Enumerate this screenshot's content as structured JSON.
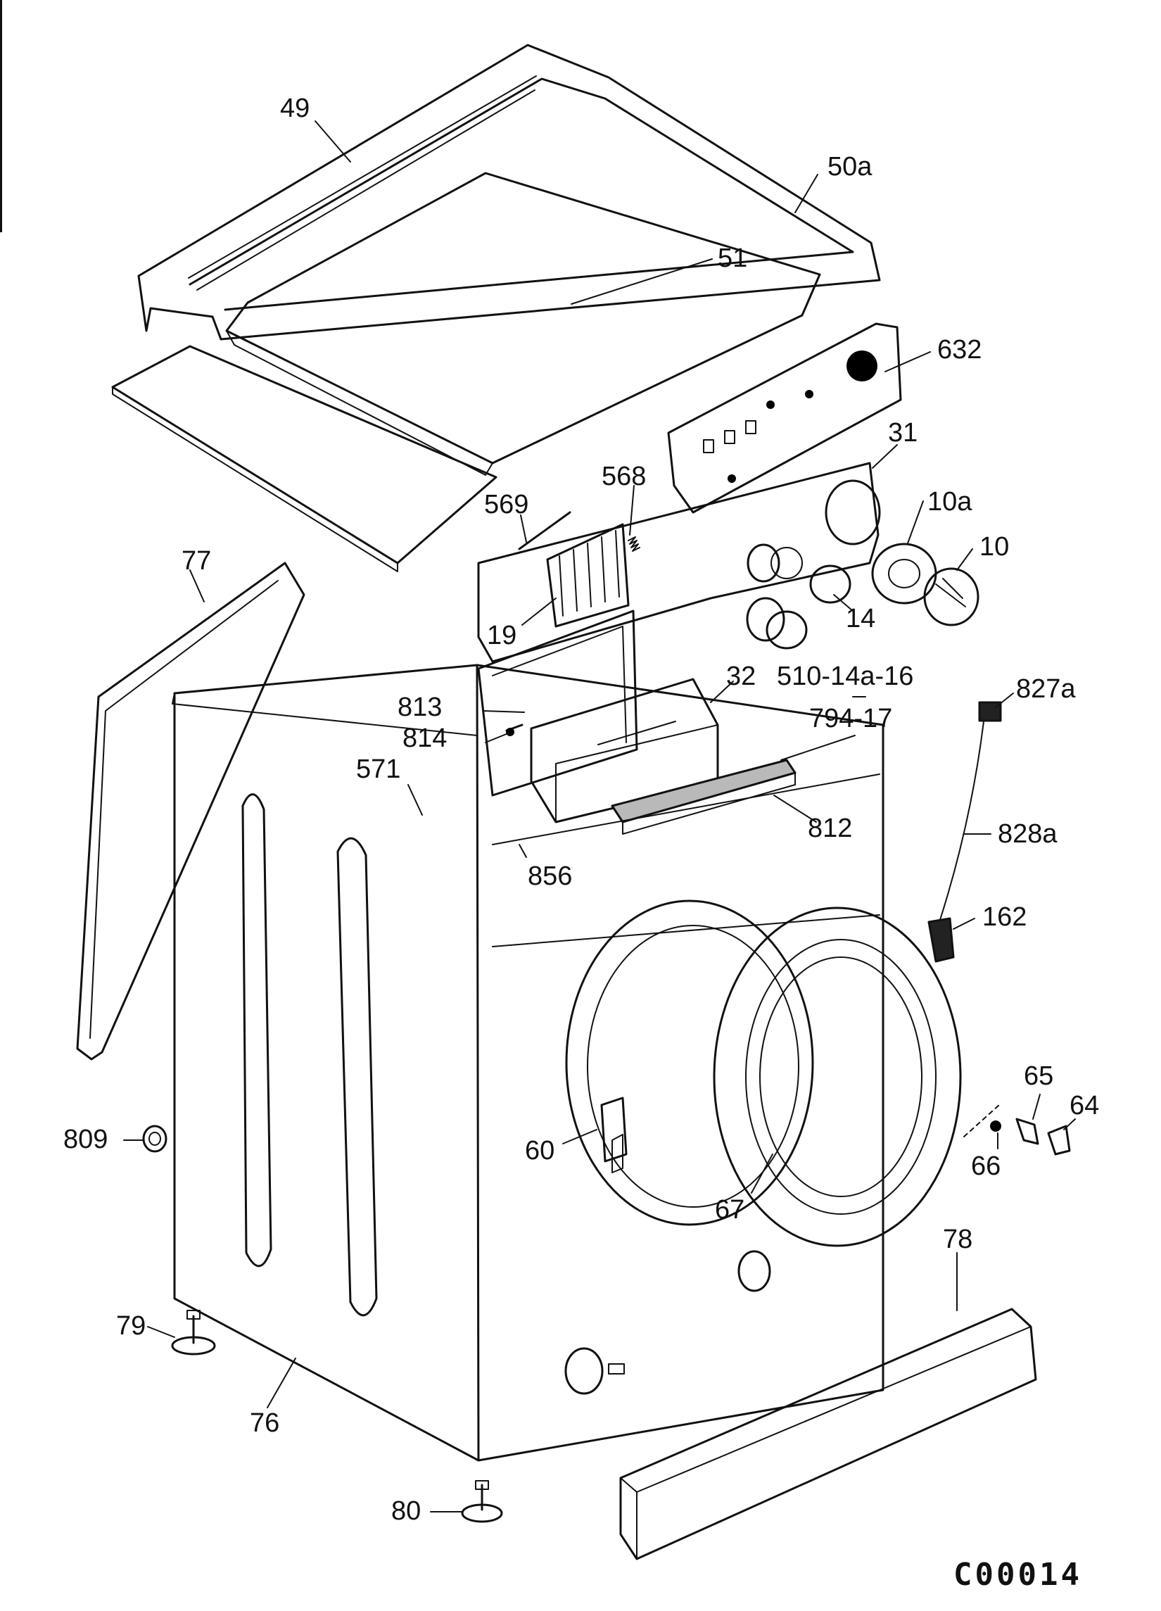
{
  "callouts": {
    "c49": "49",
    "c50a": "50a",
    "c51": "51",
    "c632": "632",
    "c31": "31",
    "c10a": "10a",
    "c10": "10",
    "c568": "568",
    "c569": "569",
    "c77": "77",
    "c19": "19",
    "c14": "14",
    "c32": "32",
    "c510": "510-14a-16",
    "c813": "813",
    "c814": "814",
    "c794": "794-17",
    "c827a": "827a",
    "c571": "571",
    "c812": "812",
    "c828a": "828a",
    "c856": "856",
    "c162": "162",
    "c65": "65",
    "c64": "64",
    "c809": "809",
    "c60": "60",
    "c66": "66",
    "c67": "67",
    "c78": "78",
    "c79": "79",
    "c76": "76",
    "c80": "80"
  },
  "drawing_code": "C00014"
}
